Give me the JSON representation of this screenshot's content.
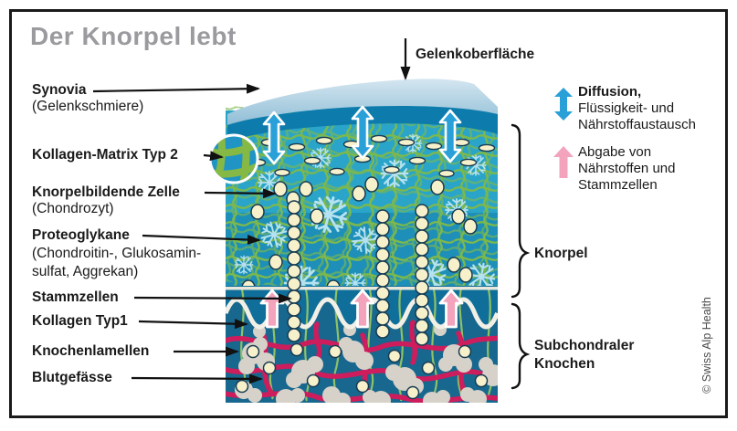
{
  "title": "Der Knorpel lebt",
  "left_labels": [
    {
      "title": "Synovia",
      "sub1": "(Gelenkschmiere)"
    },
    {
      "title": "Kollagen-Matrix Typ 2"
    },
    {
      "title": "Knorpelbildende Zelle",
      "sub1": "(Chondrozyt)"
    },
    {
      "title": "Proteoglykane",
      "sub1": "(Chondroitin-, Glukosamin-",
      "sub2": "sulfat, Aggrekan)"
    },
    {
      "title": "Stammzellen"
    },
    {
      "title": "Kollagen Typ1"
    },
    {
      "title": "Knochenlamellen"
    },
    {
      "title": "Blutgefässe"
    }
  ],
  "top_label": "Gelenkoberfläche",
  "legend": {
    "diffusion": {
      "l1": "Diffusion,",
      "l2": "Flüssigkeit- und",
      "l3": "Nährstoffaustausch",
      "icon": "double-arrow-vertical-icon",
      "color": "#2aa0d8"
    },
    "abgabe": {
      "l1": "Abgabe von",
      "l2": "Nährstoffen und",
      "l3": "Stammzellen",
      "icon": "arrow-up-icon",
      "color": "#f3a3bb"
    }
  },
  "braces": {
    "knorpel": "Knorpel",
    "subchondral_l1": "Subchondraler",
    "subchondral_l2": "Knochen"
  },
  "copyright": "© Swiss Alp Health",
  "colors": {
    "title_gray": "#9b9b9f",
    "cartilage_teal": "#2aa5c9",
    "cartilage_deep": "#1d8fb8",
    "synovia_light": "#c9dfec",
    "synovia_dark_band": "#0d7cac",
    "bone_background": "#17678e",
    "blood_vessel": "#ce1d5c",
    "collagen_mesh_green": "#7cb84c",
    "cell_cream": "#f7f1cb",
    "proteoglycan_flake": "#b5e2f0",
    "bone_lamella_gray": "#d6d2c9"
  }
}
